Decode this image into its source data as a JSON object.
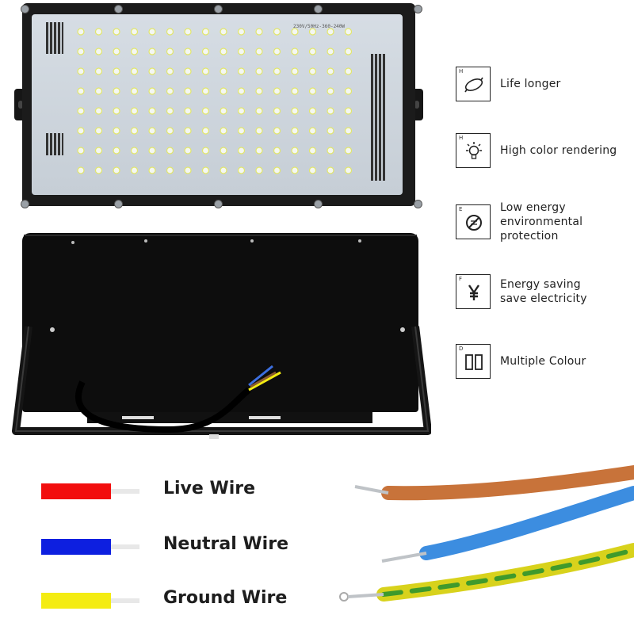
{
  "product": {
    "board_marking": "230V/50Hz-360-240W"
  },
  "features": [
    {
      "letter": "H",
      "icon": "rotation-arrows-icon",
      "text": [
        "Life longer"
      ]
    },
    {
      "letter": "H",
      "icon": "light-bulb-icon",
      "text": [
        "High color rendering"
      ]
    },
    {
      "letter": "E",
      "icon": "no-pollution-icon",
      "text": [
        "Low energy",
        "environmental",
        "protection"
      ]
    },
    {
      "letter": "F",
      "icon": "yen-currency-icon",
      "text": [
        "Energy saving",
        "save electricity"
      ]
    },
    {
      "letter": "D",
      "icon": "double-panel-icon",
      "text": [
        "Multiple Colour"
      ]
    }
  ],
  "wire_legend": [
    {
      "label": "Live Wire",
      "color": "#f20e0e"
    },
    {
      "label": "Neutral Wire",
      "color": "#0d1fe0"
    },
    {
      "label": "Ground Wire",
      "color": "#f4ec12"
    }
  ],
  "cable_colors": {
    "brown": "#c8733a",
    "blue": "#3c8de0",
    "yellow_green": "#d8d21c",
    "stripe_green": "#3f9a2c"
  }
}
